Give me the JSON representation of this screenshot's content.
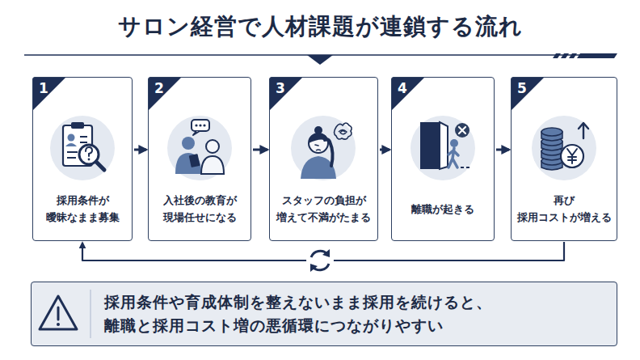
{
  "diagram": {
    "title": "サロン経営で人材課題が連鎖する流れ",
    "nodes": [
      {
        "text": [
          "1",
          "採用条件が 曖昧なまま募集"
        ]
      },
      {
        "text": [
          "2",
          "入社後の教育が 現場任せになる"
        ]
      },
      {
        "text": [
          "3",
          "スタッフの負担が 増えて不満がたまる"
        ]
      },
      {
        "text": [
          "4",
          "離職が起きる"
        ]
      },
      {
        "text": [
          "5",
          "再び 採用コストが増える"
        ]
      },
      {
        "text": [
          "採用条件や育成体制を整えないまま採用を続けると、 離職と採用コスト増の悪循環につながりやすい"
        ]
      }
    ],
    "edges": [
      {
        "from": 0,
        "to": 1,
        "arrow": "to"
      },
      {
        "from": 1,
        "to": 2,
        "arrow": "to"
      },
      {
        "from": 2,
        "to": 3,
        "arrow": "to"
      },
      {
        "from": 3,
        "to": 4,
        "arrow": "to"
      },
      {
        "from": 4,
        "to": 0,
        "arrow": "to"
      }
    ]
  }
}
